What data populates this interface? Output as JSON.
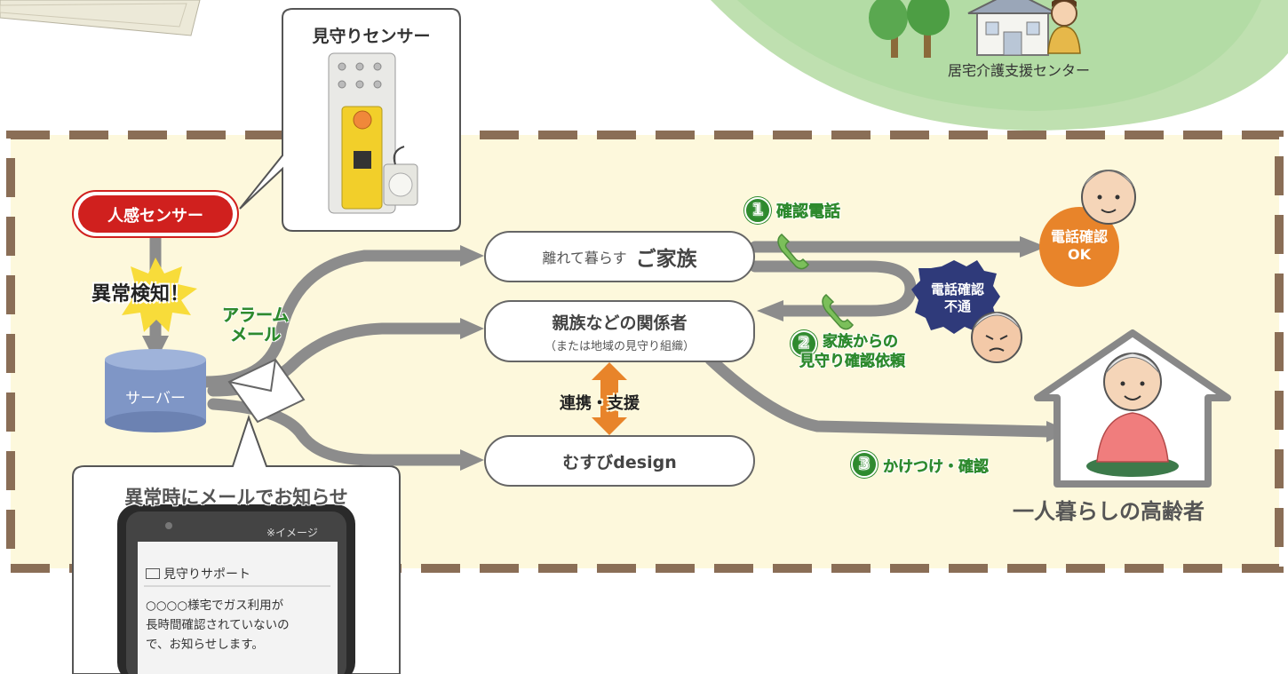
{
  "sensor_callout": {
    "title": "見守りセンサー"
  },
  "care_center": {
    "label": "居宅介護支援センター"
  },
  "human_sensor": {
    "label": "人感センサー"
  },
  "anomaly": {
    "label": "異常検知！"
  },
  "server": {
    "label": "サーバー"
  },
  "alarm_mail": {
    "line1": "アラーム",
    "line2": "メール"
  },
  "family": {
    "prefix": "離れて暮らす",
    "main": "ご家族"
  },
  "relatives": {
    "main": "親族などの関係者",
    "sub": "（または地域の見守り組織）"
  },
  "cooperation": {
    "label": "連携・支援"
  },
  "musubi": {
    "label": "むすびdesign"
  },
  "step1": {
    "num": "1",
    "label": "確認電話"
  },
  "phone_ok": {
    "line1": "電話確認",
    "line2": "OK"
  },
  "phone_ng": {
    "line1": "電話確認",
    "line2": "不通"
  },
  "step2": {
    "num": "2",
    "line1": "家族からの",
    "line2": "見守り確認依頼"
  },
  "step3": {
    "num": "3",
    "label": "かけつけ・確認"
  },
  "elderly": {
    "label": "一人暮らしの高齢者"
  },
  "phone_callout": {
    "title": "異常時にメールでお知らせ",
    "image_note": "※イメージ",
    "mail_subject": "見守りサポート",
    "mail_body_1": "○○○○様宅でガス利用が",
    "mail_body_2": "長時間確認されていないの",
    "mail_body_3": "で、お知らせします。"
  },
  "colors": {
    "panel_bg": "#fdf8dc",
    "dash_border": "#8a6e56",
    "arrow_gray": "#8c8c8c",
    "accent_red": "#d0201e",
    "green": "#2e8a2e",
    "orange": "#e8842a",
    "navy": "#2f3a7a",
    "server_blue": "#7f96c6"
  }
}
